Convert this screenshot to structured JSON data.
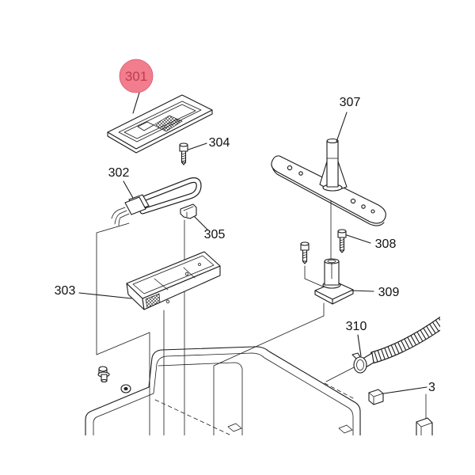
{
  "callouts": {
    "c301": {
      "label": "301",
      "highlighted": true
    },
    "c302": {
      "label": "302"
    },
    "c303": {
      "label": "303"
    },
    "c304": {
      "label": "304"
    },
    "c305": {
      "label": "305"
    },
    "c307": {
      "label": "307"
    },
    "c308": {
      "label": "308"
    },
    "c309": {
      "label": "309"
    },
    "c310": {
      "label": "310"
    },
    "c3_partial": {
      "label": "3"
    }
  },
  "colors": {
    "highlight_fill": "#f17d8d",
    "highlight_text": "#c23a50",
    "ink": "#1a1a1a",
    "background": "#ffffff"
  }
}
